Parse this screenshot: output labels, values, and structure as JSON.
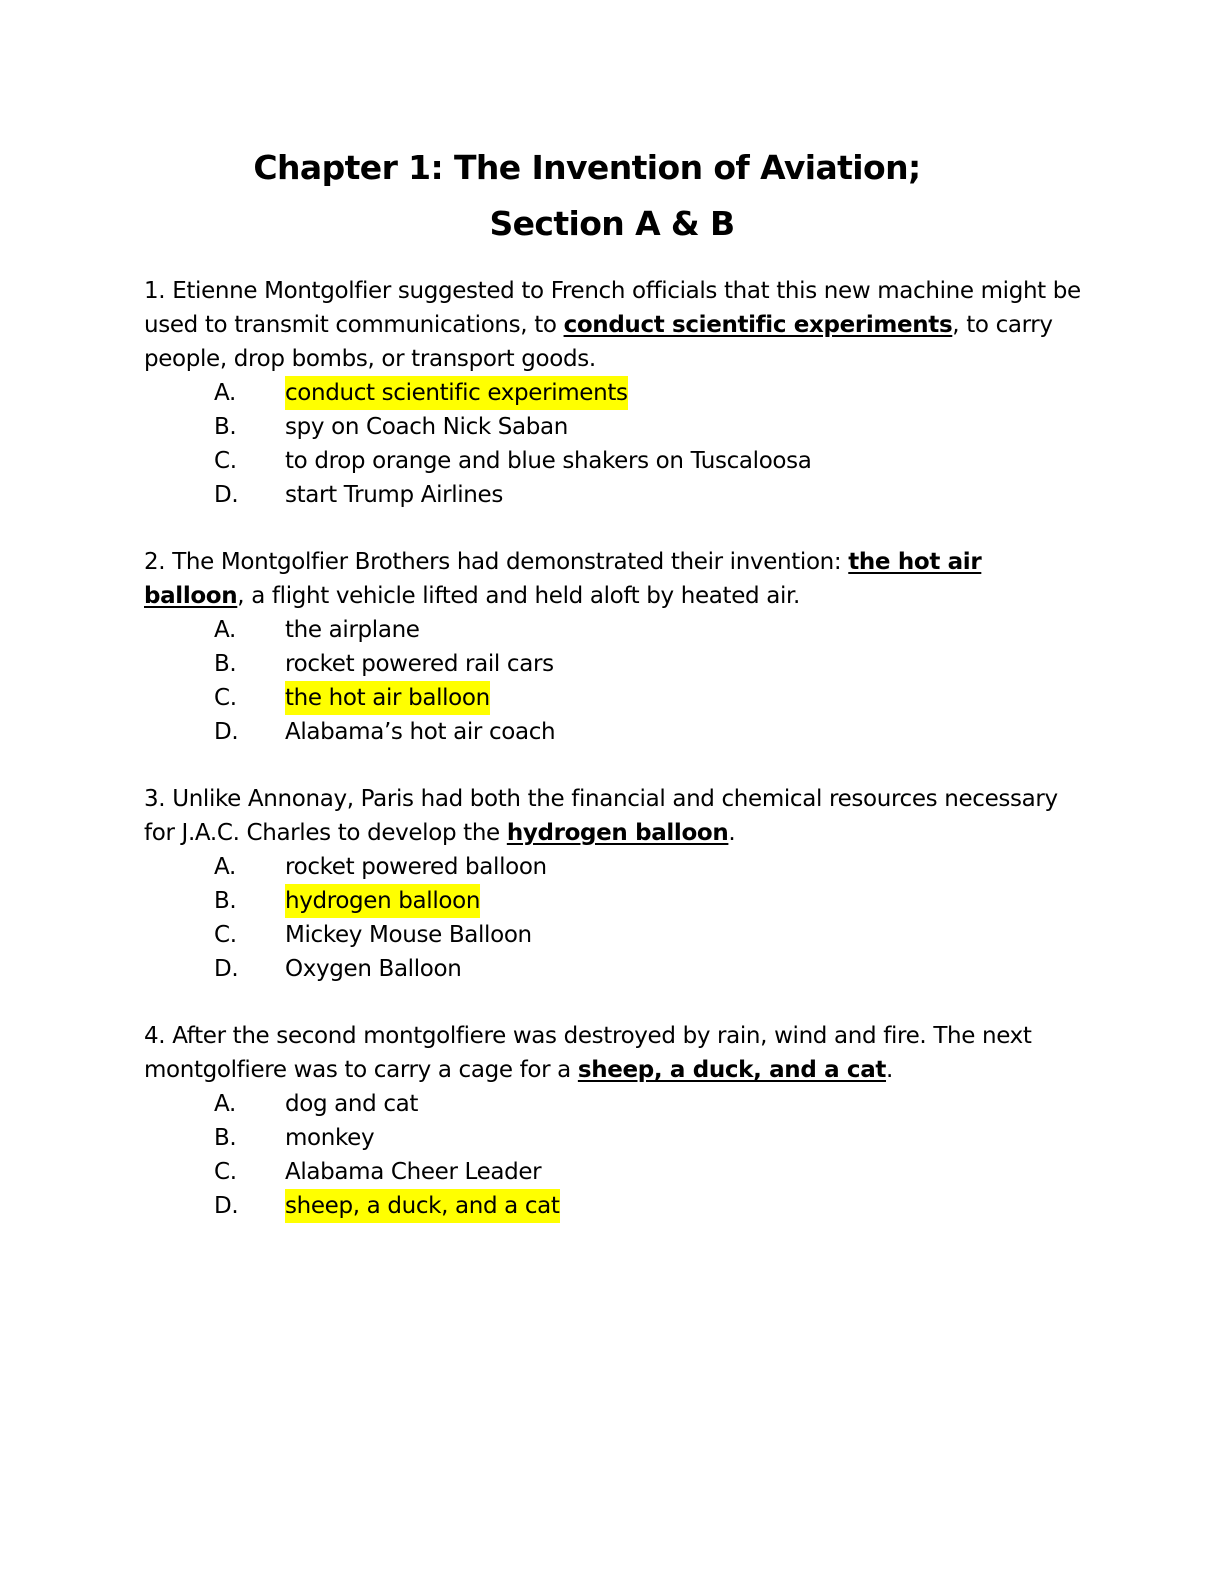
{
  "title": {
    "line1": "Chapter 1: The Invention of Aviation;",
    "line2": "Section A & B"
  },
  "colors": {
    "highlight": "#ffff00",
    "text": "#000000"
  },
  "questions": [
    {
      "text_before": "1.  Etienne Montgolfier suggested to French officials that this new machine might be used to transmit communications, to ",
      "answer": "conduct scientific experiments",
      "text_after": ", to carry people, drop bombs, or transport goods.",
      "options": [
        {
          "letter": "A.",
          "text": "conduct scientific experiments",
          "highlighted": true
        },
        {
          "letter": "B.",
          "text": "spy on Coach Nick Saban",
          "highlighted": false
        },
        {
          "letter": "C.",
          "text": "to drop orange and blue shakers on Tuscaloosa",
          "highlighted": false
        },
        {
          "letter": "D.",
          "text": "start Trump Airlines",
          "highlighted": false
        }
      ]
    },
    {
      "text_before": "2.  The Montgolfier Brothers had demonstrated their invention: ",
      "answer": "the hot air balloon",
      "text_after": ", a flight vehicle lifted and held aloft by heated air.",
      "options": [
        {
          "letter": "A.",
          "text": "the airplane",
          "highlighted": false
        },
        {
          "letter": "B.",
          "text": "rocket powered rail cars",
          "highlighted": false
        },
        {
          "letter": "C.",
          "text": "the hot air balloon",
          "highlighted": true
        },
        {
          "letter": "D.",
          "text": "Alabama’s hot air coach",
          "highlighted": false
        }
      ]
    },
    {
      "text_before": "3.  Unlike Annonay, Paris had both the financial and chemical resources necessary for J.A.C. Charles to develop the ",
      "answer": "hydrogen balloon",
      "text_after": ".",
      "options": [
        {
          "letter": "A.",
          "text": "rocket powered balloon",
          "highlighted": false
        },
        {
          "letter": "B.",
          "text": "hydrogen balloon",
          "highlighted": true
        },
        {
          "letter": "C.",
          "text": "Mickey Mouse Balloon",
          "highlighted": false
        },
        {
          "letter": "D.",
          "text": "Oxygen Balloon",
          "highlighted": false
        }
      ]
    },
    {
      "text_before": "4.  After the second montgolfiere was destroyed by rain, wind and fire. The next montgolfiere was to carry a cage for a ",
      "answer": "sheep, a duck, and a cat",
      "text_after": ".",
      "options": [
        {
          "letter": "A.",
          "text": "dog and cat",
          "highlighted": false
        },
        {
          "letter": "B.",
          "text": "monkey",
          "highlighted": false
        },
        {
          "letter": "C.",
          "text": "Alabama Cheer Leader",
          "highlighted": false
        },
        {
          "letter": "D.",
          "text": "sheep, a duck, and a cat",
          "highlighted": true
        }
      ]
    }
  ]
}
